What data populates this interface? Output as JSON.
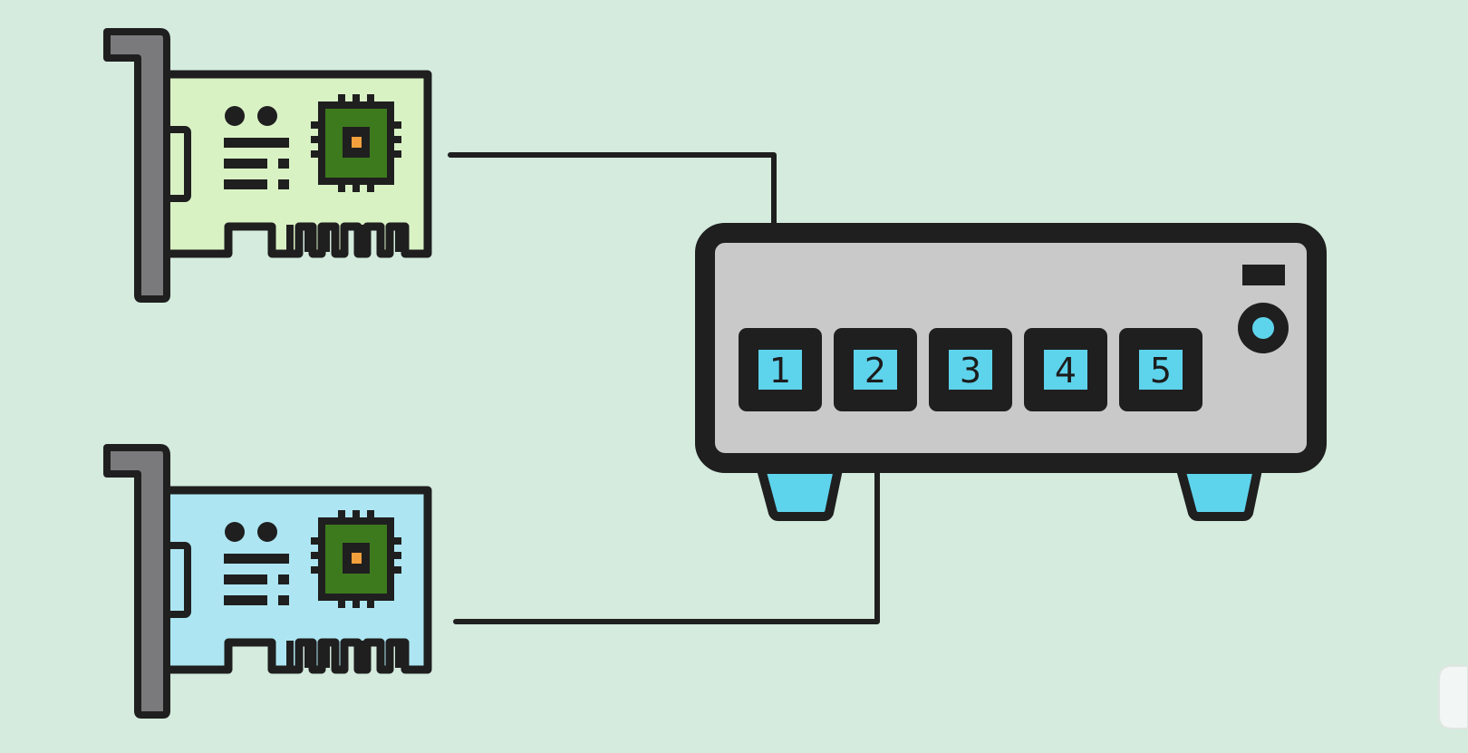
{
  "colors": {
    "background": "#d4ebdd",
    "outline": "#1f1f1f",
    "card_top_fill": "#d9f2c4",
    "card_bottom_fill": "#ade6f2",
    "bracket_fill": "#7a7a7c",
    "chip_body": "#3d7a1e",
    "chip_core": "#f2a03c",
    "switch_body": "#c9c9c9",
    "port_fill": "#5ed3ec",
    "foot_fill": "#5ed3ec"
  },
  "network_cards": [
    {
      "name": "network-card-top"
    },
    {
      "name": "network-card-bottom"
    }
  ],
  "switch": {
    "ports": [
      {
        "label": "1",
        "connected": true
      },
      {
        "label": "2",
        "connected": true
      },
      {
        "label": "3",
        "connected": false
      },
      {
        "label": "4",
        "connected": false
      },
      {
        "label": "5",
        "connected": false
      }
    ],
    "indicator_icon": "status-light-icon"
  },
  "cables": [
    {
      "from": "network-card-top",
      "to_port": "1"
    },
    {
      "from": "network-card-bottom",
      "to_port": "2"
    }
  ]
}
